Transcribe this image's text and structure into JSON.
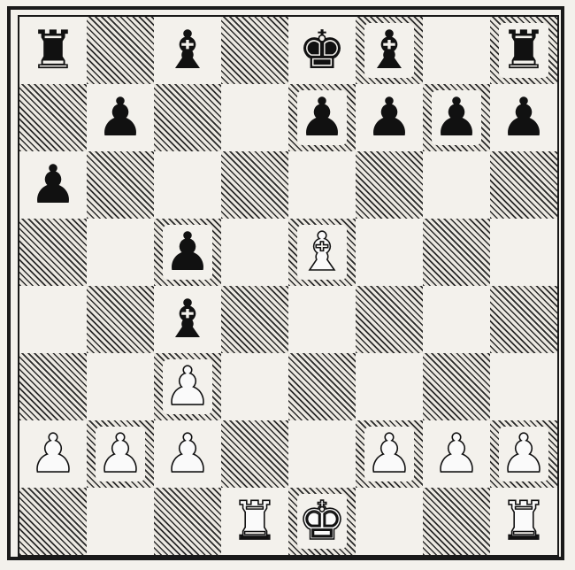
{
  "board": {
    "ranks": [
      [
        "r",
        "",
        "b",
        "",
        "k",
        "b",
        "",
        "r"
      ],
      [
        "",
        "p",
        "",
        "",
        "p",
        "p",
        "p",
        "p"
      ],
      [
        "p",
        "",
        "",
        "",
        "",
        "",
        "",
        ""
      ],
      [
        "",
        "",
        "p",
        "",
        "B",
        "",
        "",
        ""
      ],
      [
        "",
        "",
        "b",
        "",
        "",
        "",
        "",
        ""
      ],
      [
        "",
        "",
        "P",
        "",
        "",
        "",
        "",
        ""
      ],
      [
        "P",
        "P",
        "P",
        "",
        "",
        "P",
        "P",
        "P"
      ],
      [
        "",
        "",
        "",
        "R",
        "K",
        "",
        "",
        "R"
      ]
    ]
  },
  "piece_icons": {
    "K": "white-king-icon",
    "Q": "white-queen-icon",
    "R": "white-rook-icon",
    "B": "white-bishop-icon",
    "N": "white-knight-icon",
    "P": "white-pawn-icon",
    "k": "black-king-icon",
    "q": "black-queen-icon",
    "r": "black-rook-icon",
    "b": "black-bishop-icon",
    "n": "black-knight-icon",
    "p": "black-pawn-icon"
  },
  "colors": {
    "ink": "#111111",
    "paper": "#f3f1ec"
  }
}
